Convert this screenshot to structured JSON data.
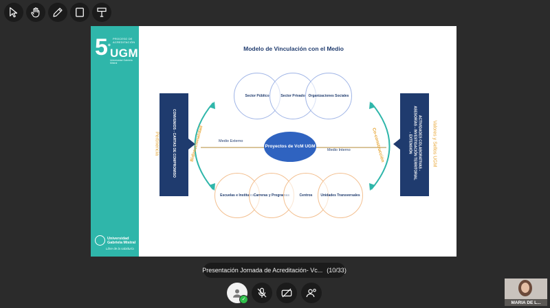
{
  "toolbar": {
    "tools": [
      {
        "icon": "select-arrow-icon"
      },
      {
        "icon": "hand-pan-icon"
      },
      {
        "icon": "pen-icon"
      },
      {
        "icon": "rectangle-icon"
      },
      {
        "icon": "text-tool-icon"
      }
    ]
  },
  "slide": {
    "logo": {
      "number": "5",
      "ordinal": "°",
      "small_text": "PROCESO DE ACREDITACIÓN",
      "brand": "UGM",
      "tagline": "Universidad Gabriela Mistral"
    },
    "university_logo": {
      "name": "Universidad Gabriela Mistral",
      "signature": "Libre de la sabiduría"
    },
    "title": "Modelo de Vinculación con el Medio",
    "top_circles": [
      "Sector Público",
      "Sector Privado",
      "Organizaciones Sociales"
    ],
    "bottom_circles": [
      "Escuelas e Institutos",
      "Carreras y Programas",
      "Centros",
      "Unidades Transversales"
    ],
    "center": "Proyectos de VcM UGM",
    "medio_externo": "Medio Externo",
    "medio_interno": "Medio Interno",
    "left_box": "CONVENIOS - CARTAS DE COMPROMISO",
    "right_box_lines": [
      "ACTIVIDADES COLABORATIVAS -",
      "ASESORÍAS - INVESTIGACIÓN TERRITORIAL",
      "- EXTENSIÓN"
    ],
    "left_side_label": "Pertinencia",
    "left_arc_label": "Bidireccionalidad",
    "right_arc_label": "Co-construcción",
    "right_side_label": "Valores y Sellos UGM"
  },
  "caption": {
    "text": "Presentación Jornada de Acreditación- Vc...",
    "page": "(10/33)"
  },
  "controls": [
    {
      "icon": "user-avatar-icon"
    },
    {
      "icon": "mic-off-icon"
    },
    {
      "icon": "video-off-icon"
    },
    {
      "icon": "participant-settings-icon"
    }
  ],
  "participant": {
    "name": "MARIA DE L..."
  },
  "colors": {
    "background": "#2b2b2b",
    "teal": "#2fb6aa",
    "navy": "#1f3b6e",
    "accent_orange": "#e8a83a",
    "center_blue": "#2f63c0",
    "status_green": "#2fbf4a"
  }
}
